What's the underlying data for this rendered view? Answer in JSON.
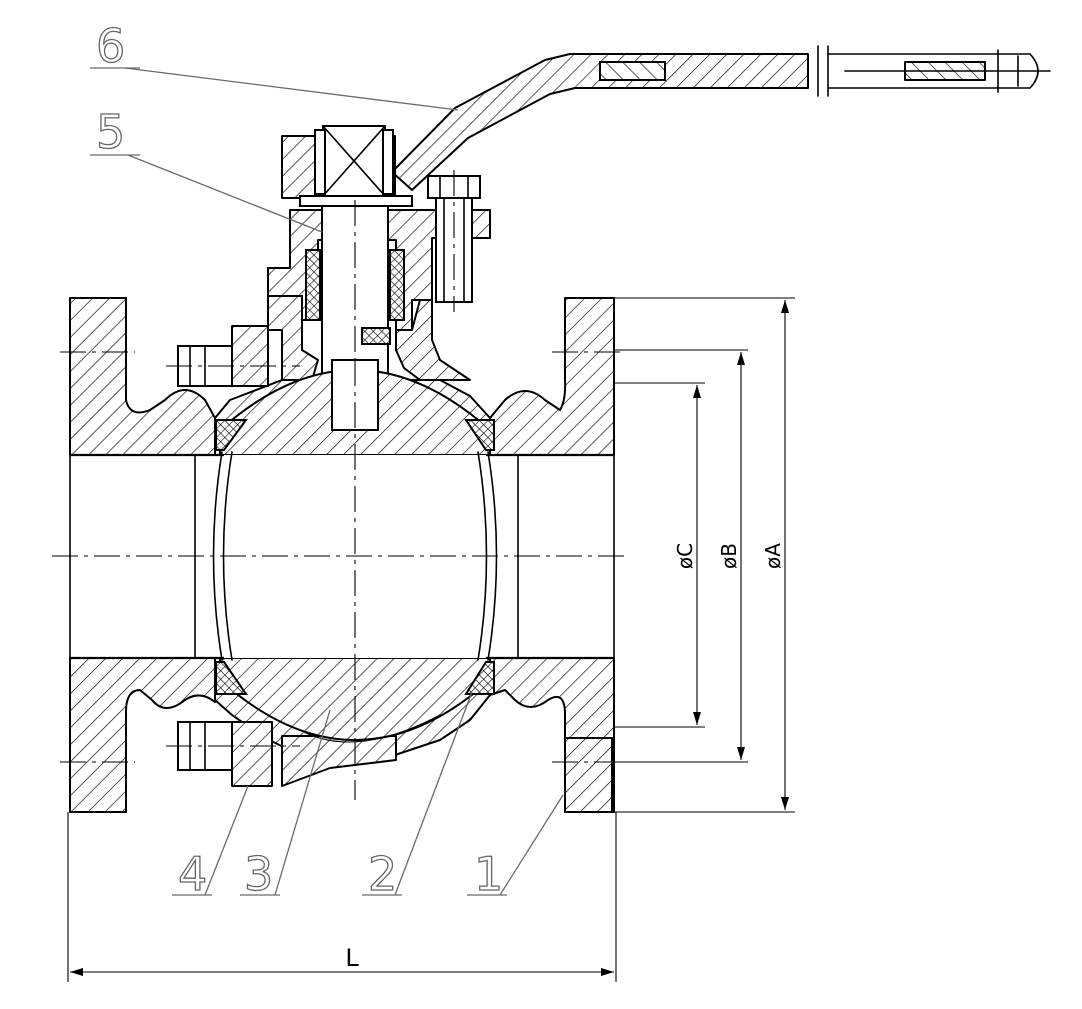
{
  "drawing": {
    "part_labels": [
      "6",
      "5",
      "4",
      "3",
      "2",
      "1"
    ],
    "dimensions": {
      "dia_a": "øA",
      "dia_b": "øB",
      "dia_c": "øC",
      "length": "L"
    }
  }
}
